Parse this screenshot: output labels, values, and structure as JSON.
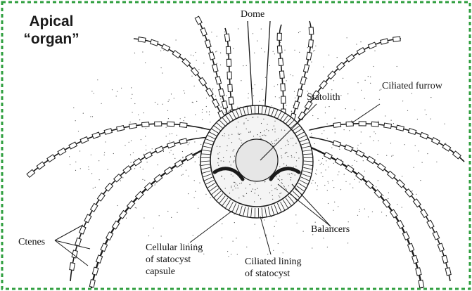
{
  "corner_title": {
    "line1": "Apical",
    "line2": "“organ”"
  },
  "labels": {
    "dome": "Dome",
    "statolith": "Statolith",
    "ciliated_furrow": "Ciliated furrow",
    "balancers": "Balancers",
    "ctenes": "Ctenes",
    "cellular_lining": [
      "Cellular lining",
      "of statocyst",
      "capsule"
    ],
    "ciliated_lining": [
      "Ciliated lining",
      "of statocyst"
    ]
  },
  "colors": {
    "border": "#2e9e3e",
    "ink": "#1a1a1a"
  }
}
